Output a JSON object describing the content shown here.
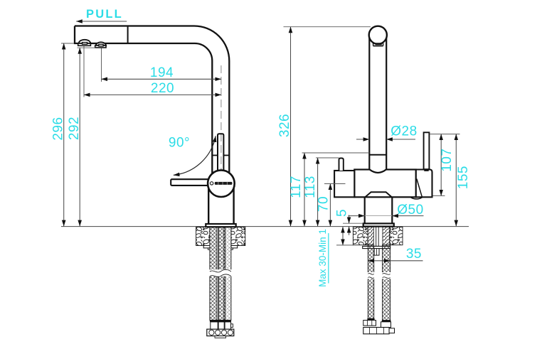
{
  "diagram": {
    "title": "faucet installation dimensions drawing",
    "accent_color": "#2bdce6",
    "ink_color": "#111111",
    "views": {
      "side_view": "pull-out kitchen faucet side view",
      "front_view": "pull-out kitchen faucet front view"
    }
  },
  "labels": {
    "pull": "PULL",
    "spout_reach_nozzle": "194",
    "spout_reach_overall": "220",
    "height_under_spout": "296",
    "height_to_nozzle": "292",
    "handle_swing_angle": "90°",
    "overall_height": "326",
    "spout_diameter": "Ø28",
    "handle_height": "107",
    "handle_overall_height": "155",
    "hose_joint_height": "117",
    "filter_lever_height": "113",
    "body_axis_height": "70",
    "base_plate_thickness": "5",
    "base_diameter": "Ø50",
    "hose_span": "35",
    "counter_thickness_range": "Max 30-Min 1"
  }
}
